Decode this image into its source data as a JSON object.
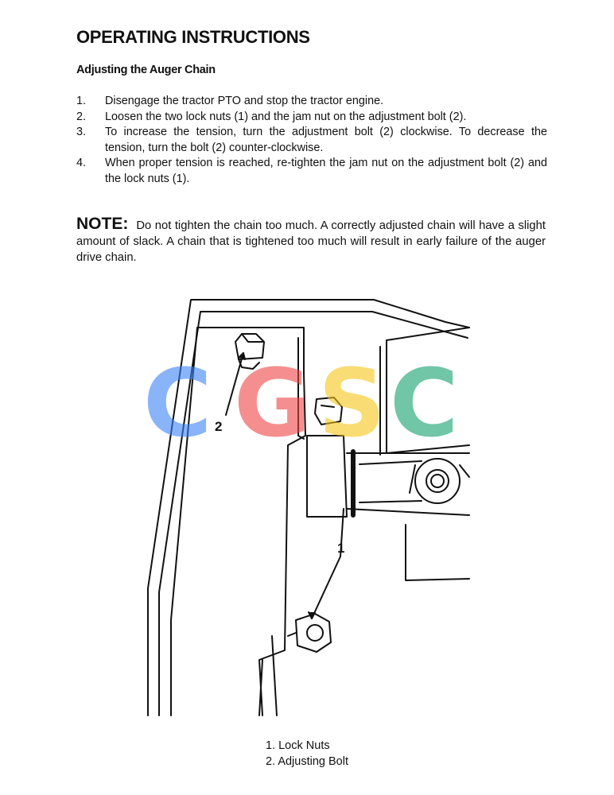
{
  "heading": "OPERATING INSTRUCTIONS",
  "subheading": "Adjusting the Auger Chain",
  "steps": [
    {
      "num": "1.",
      "text": "Disengage the tractor PTO and stop the tractor engine."
    },
    {
      "num": "2.",
      "text": "Loosen the two lock nuts (1) and the jam nut on the adjustment bolt (2)."
    },
    {
      "num": "3.",
      "text": "To increase the tension, turn the adjustment bolt (2) clockwise. To decrease the tension, turn the bolt (2) counter-clockwise."
    },
    {
      "num": "4.",
      "text": "When proper tension is reached, re-tighten the jam nut on the adjustment bolt (2) and the lock nuts (1)."
    }
  ],
  "note": {
    "label": "NOTE:",
    "text": "Do not tighten the chain too much. A correctly adjusted chain will have a slight amount of slack. A chain that is tightened too much will result in early failure of the auger drive chain."
  },
  "figure": {
    "callout_1": "1",
    "callout_2": "2",
    "watermark": {
      "text": "CGSC",
      "colors": [
        "#3b82f6",
        "#ef4444",
        "#f5c518",
        "#10a06a"
      ]
    }
  },
  "captions": [
    "1. Lock Nuts",
    "2. Adjusting Bolt"
  ]
}
